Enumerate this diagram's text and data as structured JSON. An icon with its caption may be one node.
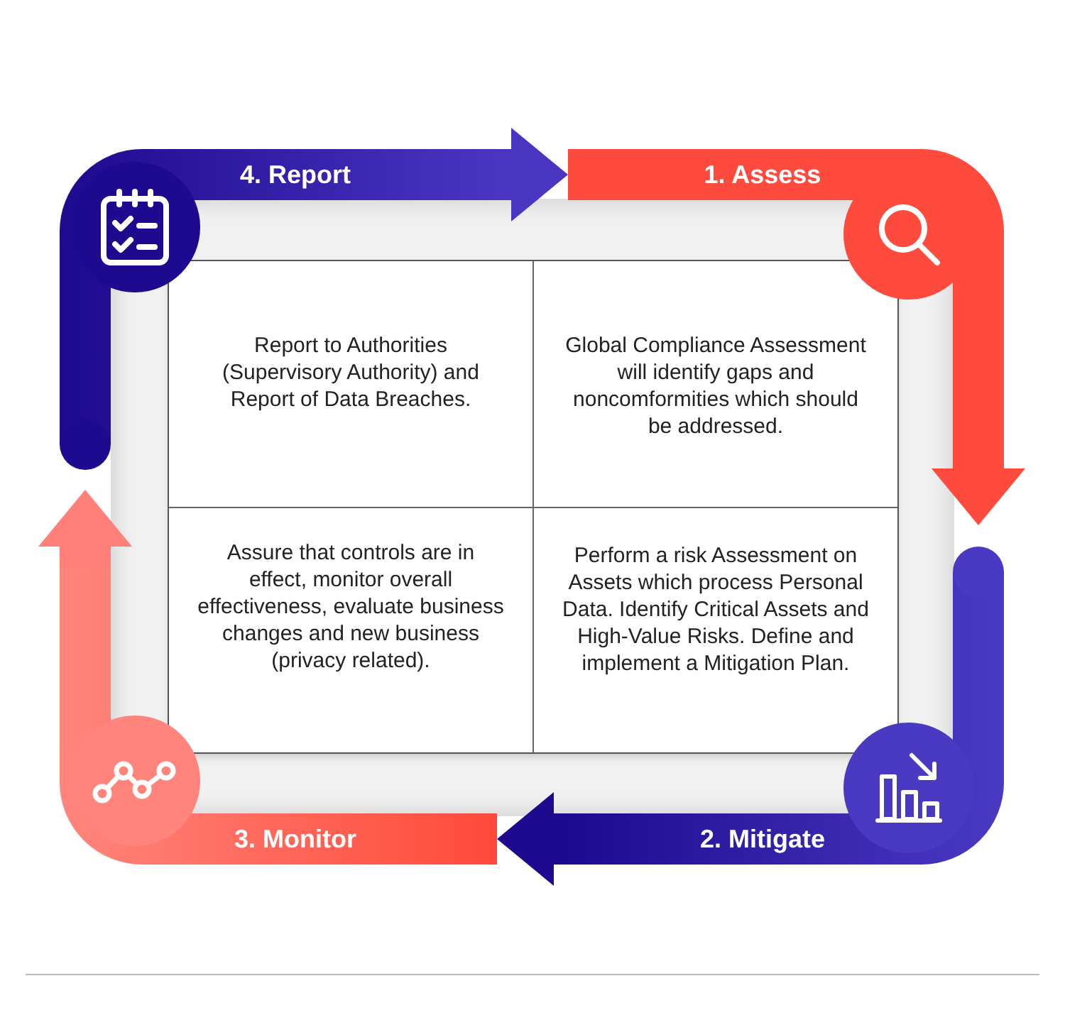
{
  "diagram": {
    "nodes": [
      {
        "text": [
          "4. Report"
        ]
      },
      {
        "text": [
          "1. Assess"
        ]
      },
      {
        "text": [
          "Report to Authorities (Supervisory Authority) and Report of Data Breaches."
        ]
      },
      {
        "text": [
          "Global Compliance Assessment will identify gaps and noncomformities which should be addressed."
        ]
      },
      {
        "text": [
          "Assure that controls are in effect, monitor overall effectiveness, evaluate business changes and new business (privacy related)."
        ]
      },
      {
        "text": [
          "Perform a risk Assessment on Assets which process Personal Data. Identify Critical Assets and High-Value Risks. Define and implement a Mitigation Plan."
        ]
      },
      {
        "text": [
          "3. Monitor"
        ]
      },
      {
        "text": [
          "2. Mitigate"
        ]
      }
    ],
    "edges": [
      {
        "from": 0,
        "to": 1,
        "arrow": "to",
        "color": "#4a35c0"
      },
      {
        "from": 1,
        "to": 7,
        "arrow": "to",
        "color": "#ff4b3e"
      },
      {
        "from": 7,
        "to": 6,
        "arrow": "to",
        "color": "#1e0a8f"
      },
      {
        "from": 6,
        "to": 0,
        "arrow": "to",
        "color": "#ff8078"
      }
    ]
  }
}
